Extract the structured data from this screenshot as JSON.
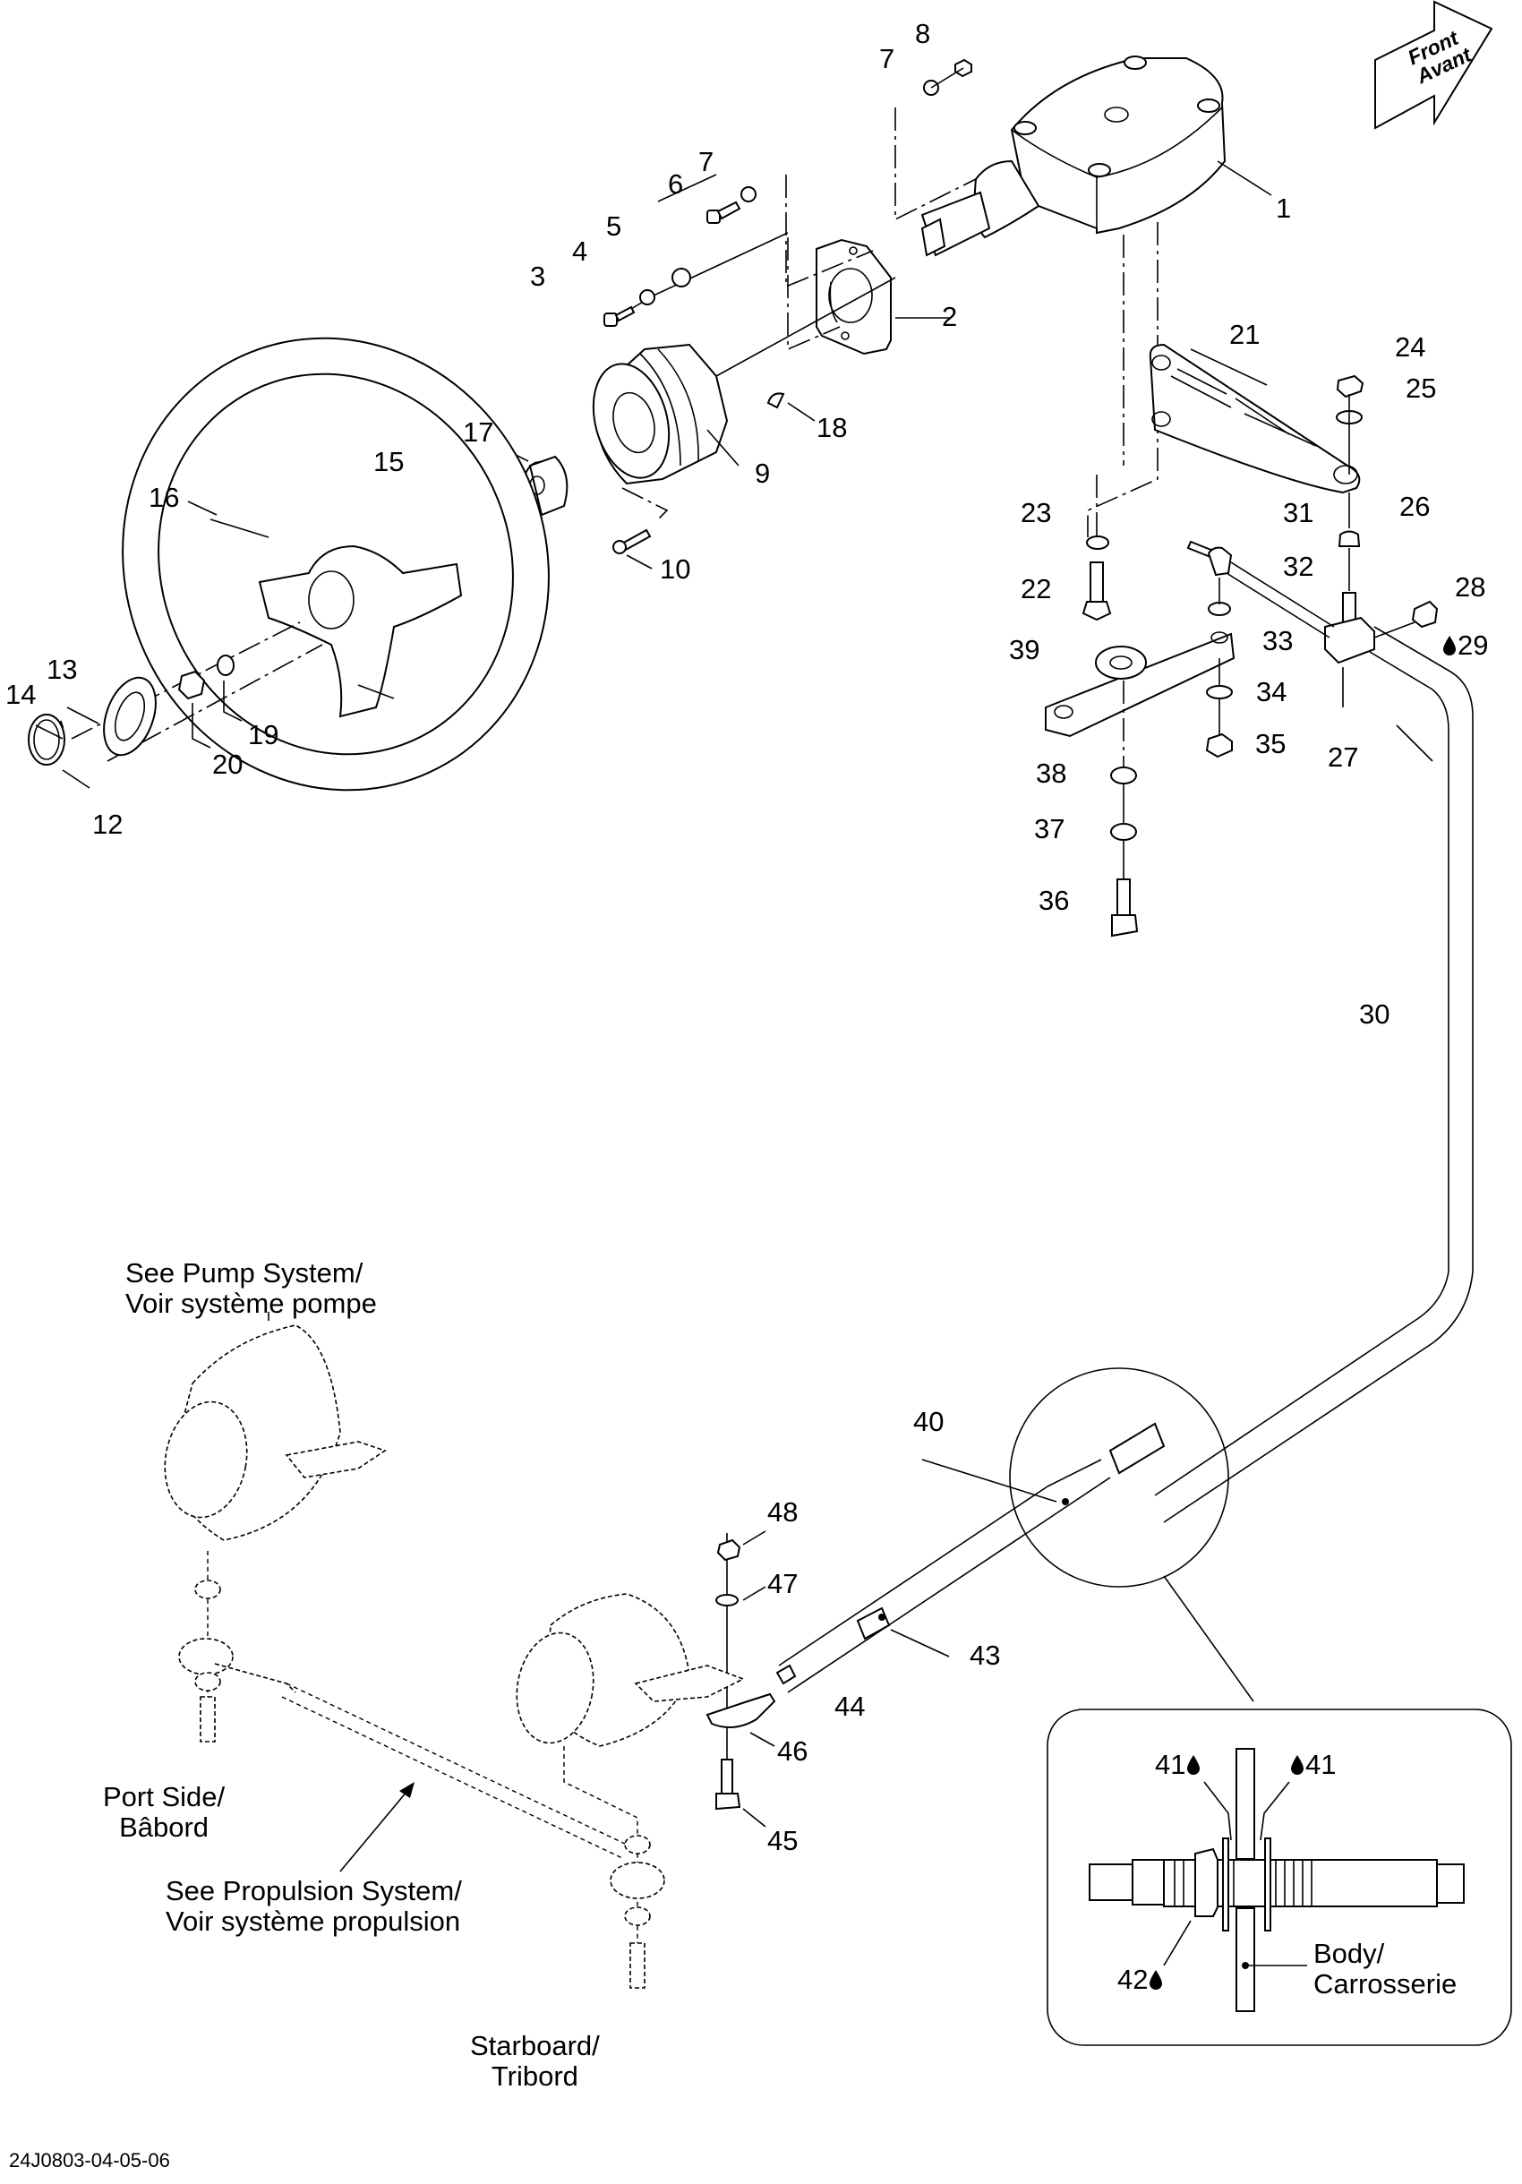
{
  "diagram": {
    "title": "Steering system exploded view",
    "reference_code": "24J0803-04-05-06",
    "front_indicator": {
      "line1": "Front",
      "line2": "Avant",
      "icon": "front-direction-arrow-icon"
    },
    "part_labels": [
      "1",
      "2",
      "3",
      "4",
      "5",
      "6",
      "7",
      "7",
      "8",
      "9",
      "10",
      "12",
      "13",
      "14",
      "15",
      "16",
      "17",
      "18",
      "19",
      "20",
      "21",
      "22",
      "23",
      "24",
      "25",
      "26",
      "27",
      "28",
      "29",
      "30",
      "31",
      "32",
      "33",
      "34",
      "35",
      "36",
      "37",
      "38",
      "39",
      "40",
      "41",
      "41",
      "42",
      "43",
      "44",
      "45",
      "46",
      "47",
      "48"
    ],
    "adhesive_marked_parts": [
      "29",
      "41",
      "42"
    ],
    "adhesive_icon": "drop-icon",
    "notes": {
      "pump": {
        "line1": "See Pump System/",
        "line2": "Voir système pompe"
      },
      "propulsion": {
        "line1": "See Propulsion System/",
        "line2": "Voir système propulsion"
      },
      "port": {
        "line1": "Port Side/",
        "line2": "Bâbord"
      },
      "starboard": {
        "line1": "Starboard/",
        "line2": "Tribord"
      },
      "body": {
        "line1": "Body/",
        "line2": "Carrosserie"
      }
    },
    "detail_inset": {
      "labels": [
        "41",
        "41",
        "42"
      ]
    }
  }
}
